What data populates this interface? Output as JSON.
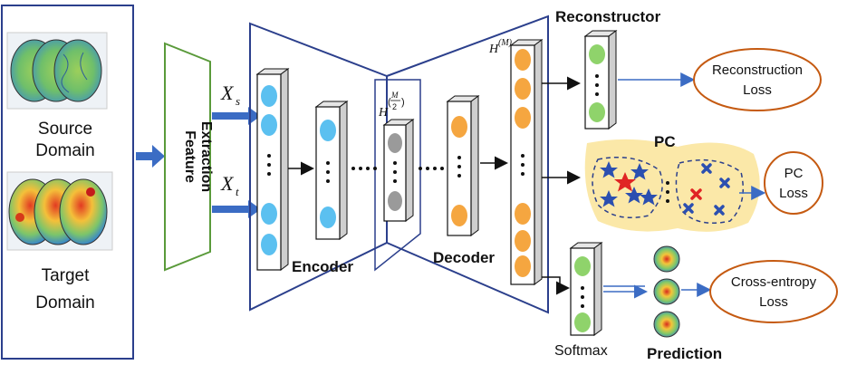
{
  "input_panel": {
    "source_label_line1": "Source",
    "source_label_line2": "Domain",
    "target_label_line1": "Target",
    "target_label_line2": "Domain"
  },
  "feature_extraction": {
    "label_line1": "Feature",
    "label_line2": "Extraction",
    "output_source": "X",
    "output_source_sub": "s",
    "output_target": "X",
    "output_target_sub": "t"
  },
  "autoencoder": {
    "encoder_label": "Encoder",
    "decoder_label": "Decoder",
    "bottleneck_symbol": "H",
    "bottleneck_num": "M",
    "bottleneck_den": "2",
    "top_symbol": "H",
    "top_sup": "(M)"
  },
  "heads": {
    "reconstructor_label": "Reconstructor",
    "reconstruction_loss_line1": "Reconstruction",
    "reconstruction_loss_line2": "Loss",
    "pc_label": "PC",
    "pc_loss_line1": "PC",
    "pc_loss_line2": "Loss",
    "softmax_label": "Softmax",
    "prediction_label": "Prediction",
    "ce_loss_line1": "Cross-entropy",
    "ce_loss_line2": "Loss"
  },
  "colors": {
    "frame": "#2b3f8c",
    "arrow": "#3b6cc4",
    "node_blue": "#5bc0f0",
    "node_gray": "#9a9a9a",
    "node_orange": "#f5a640",
    "node_green": "#8fd36b",
    "loss_ellipse": "#c55a11",
    "pc_blob": "#fbe8a8",
    "feature_trap": "#5a9a3a"
  }
}
